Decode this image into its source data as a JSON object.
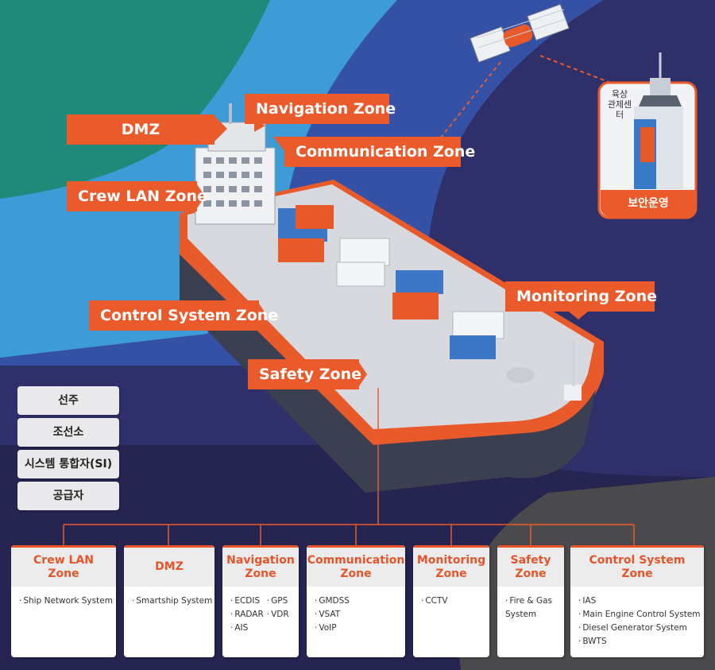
{
  "zones": {
    "navigation": "Navigation Zone",
    "dmz": "DMZ",
    "communication": "Communication Zone",
    "crew_lan": "Crew LAN Zone",
    "control_system": "Control System Zone",
    "monitoring": "Monitoring Zone",
    "safety": "Safety Zone"
  },
  "control_center": {
    "label": "육상\n관제센터",
    "operation": "보안운영"
  },
  "stakeholders": [
    "선주",
    "조선소",
    "시스템 통합자(SI)",
    "공급자"
  ],
  "cards": [
    {
      "title": "Crew LAN\nZone",
      "items": [
        "Ship Network System"
      ]
    },
    {
      "title": "DMZ",
      "items": [
        "Smartship System"
      ]
    },
    {
      "title": "Navigation\nZone",
      "items_left": [
        "ECDIS",
        "RADAR",
        "AIS"
      ],
      "items_right": [
        "GPS",
        "VDR"
      ]
    },
    {
      "title": "Communication\nZone",
      "items": [
        "GMDSS",
        "VSAT",
        "VoIP"
      ]
    },
    {
      "title": "Monitoring\nZone",
      "items": [
        "CCTV"
      ]
    },
    {
      "title": "Safety\nZone",
      "items": [
        "Fire & Gas\nSystem"
      ]
    },
    {
      "title": "Control System Zone",
      "items": [
        "IAS",
        "Main Engine Control System",
        "Diesel Generator System",
        "BWTS"
      ]
    }
  ],
  "colors": {
    "accent": "#ea5a2b",
    "ring_teal": "#1f8a79",
    "ring_light_blue": "#3d9bd6",
    "ring_blue": "#3451a6",
    "ring_navy": "#2f2f6a",
    "ring_dark": "#26244f"
  }
}
